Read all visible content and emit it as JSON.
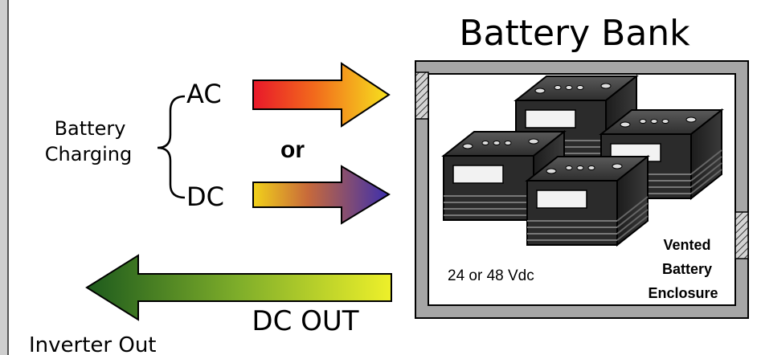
{
  "title": "Battery Bank",
  "charging": {
    "label_line1": "Battery",
    "label_line2": "Charging",
    "ac_label": "AC",
    "or_label": "or",
    "dc_label": "DC"
  },
  "bank": {
    "voltage_label": "24 or 48 Vdc",
    "enclosure_line1": "Vented",
    "enclosure_line2": "Battery",
    "enclosure_line3": "Enclosure"
  },
  "output": {
    "dc_out_label": "DC OUT",
    "inverter_label": "Inverter Out"
  }
}
